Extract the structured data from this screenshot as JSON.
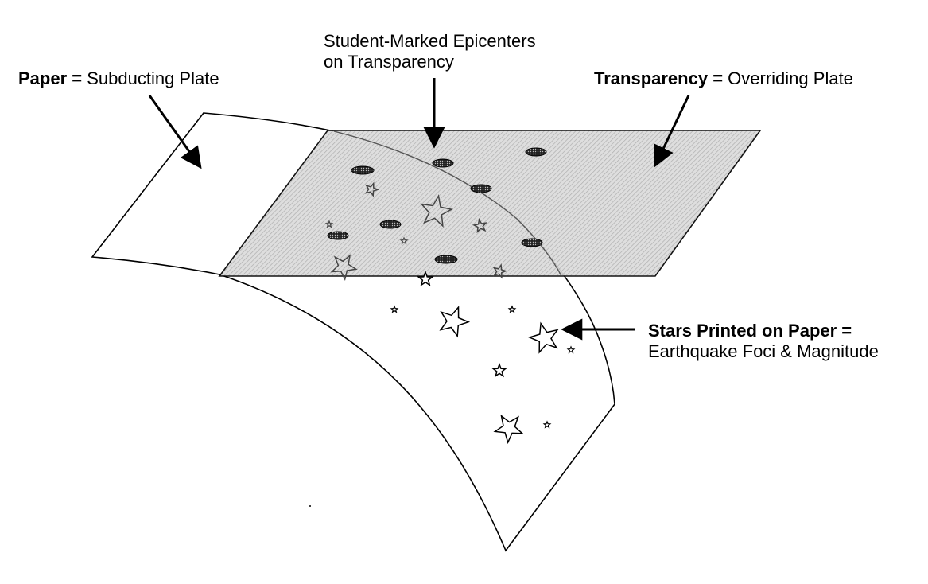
{
  "diagram": {
    "paper_label": {
      "bold": "Paper =",
      "normal": "Subducting Plate"
    },
    "epicenters_label": {
      "line1": "Student-Marked Epicenters",
      "line2": "on Transparency"
    },
    "transparency_label": {
      "bold": "Transparency =",
      "normal": "Overriding Plate"
    },
    "stars_label": {
      "bold": "Stars Printed on Paper =",
      "normal": "Earthquake Foci & Magnitude"
    },
    "colors": {
      "line": "#000000",
      "transparency_fill": "#cfcfcf",
      "epicenter_fill": "#3a3a3a",
      "background": "#ffffff"
    },
    "icons": {
      "star": "star-icon",
      "epicenter": "epicenter-dot-icon",
      "arrow": "arrow-icon"
    }
  }
}
